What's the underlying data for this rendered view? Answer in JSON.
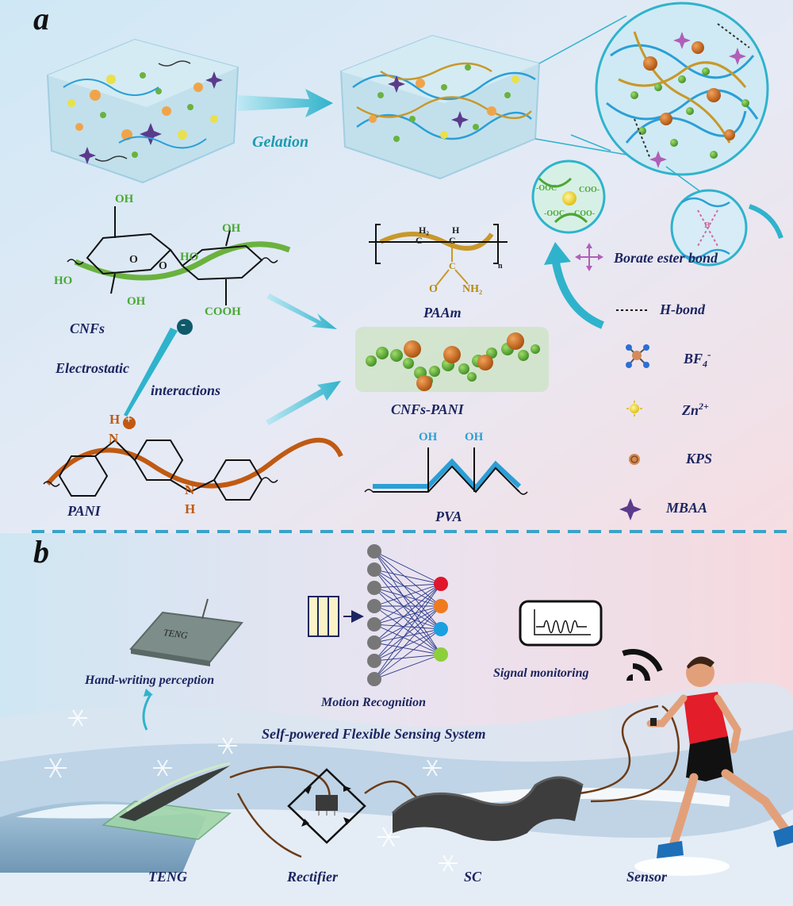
{
  "panels": {
    "a": "a",
    "b": "b"
  },
  "top": {
    "gelation": "Gelation"
  },
  "structures": {
    "cnfs_label": "CNFs",
    "cnfs_groups": {
      "oh_top": "OH",
      "oh_left": "HO",
      "oh_bottom": "OH",
      "ho_right": "HO",
      "oh_right": "OH",
      "o_ring": "O",
      "o_bridge": "O",
      "cooh": "COOH"
    },
    "paam_label": "PAAm",
    "paam_groups": {
      "h2": "H₂",
      "h": "H",
      "c1": "C",
      "c2": "C",
      "c3": "C",
      "o": "O",
      "nh2": "NH₂",
      "n": "n"
    },
    "cnfs_pani_label": "CNFs-PANI",
    "pva_label": "PVA",
    "pva_groups": {
      "oh1": "OH",
      "oh2": "OH"
    },
    "pani_label": "PANI",
    "pani_groups": {
      "h_top": "H",
      "n_top": "N",
      "n_bottom": "N",
      "h_bottom": "H",
      "plus": "+",
      "minus": "-"
    },
    "electrostatic_1": "Electrostatic",
    "electrostatic_2": "interactions"
  },
  "zoom_labels": {
    "zn_coo": [
      "-OOC",
      "COO-",
      "-OOC",
      "COO-"
    ],
    "borate_b": "B"
  },
  "legend": {
    "items": [
      {
        "label": "Borate ester bond",
        "icon": "borate-ester-icon"
      },
      {
        "label": "H-bond",
        "icon": "h-bond-icon"
      },
      {
        "label": "BF",
        "sub": "4",
        "sup": "-",
        "icon": "bf4-icon"
      },
      {
        "label": "Zn",
        "sup": "2+",
        "icon": "zn-ion-icon"
      },
      {
        "label": "KPS",
        "icon": "kps-icon"
      },
      {
        "label": "MBAA",
        "icon": "mbaa-icon"
      }
    ]
  },
  "bottom": {
    "teng_pad": "TENG",
    "handwriting": "Hand-writing perception",
    "motion": "Motion Recognition",
    "signal": "Signal monitoring",
    "system_title": "Self-powered Flexible Sensing System",
    "teng": "TENG",
    "rectifier": "Rectifier",
    "sc": "SC",
    "sensor": "Sensor"
  },
  "colors": {
    "node_outputs": [
      "#e0162b",
      "#f07a1e",
      "#1aa0e0",
      "#8ccf3a"
    ],
    "node_grey": "#777777",
    "divider": "#3aa3c8",
    "teal_arrow": "#2fb3cc"
  }
}
